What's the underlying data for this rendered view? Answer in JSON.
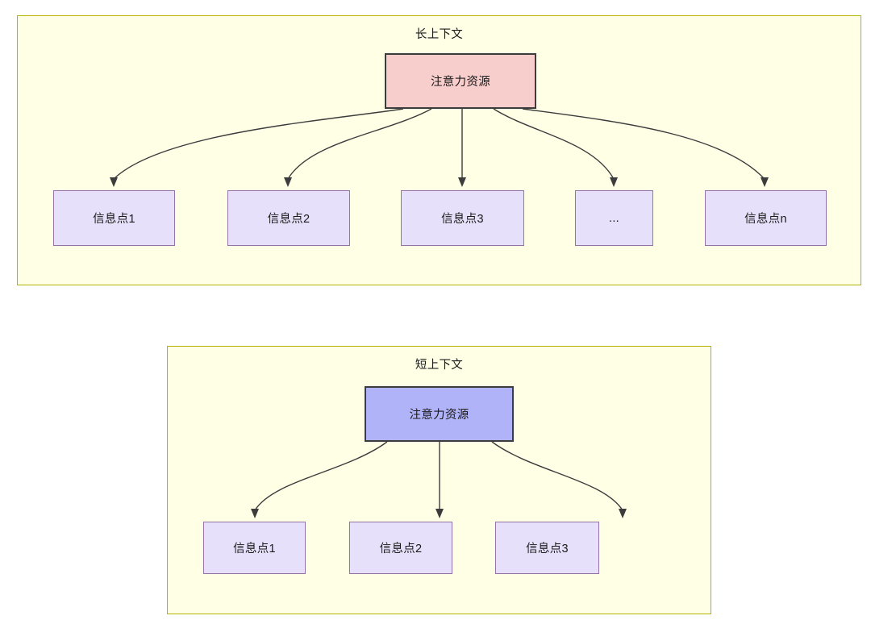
{
  "diagram": {
    "title_long": "长上下文",
    "title_short": "短上下文",
    "colors": {
      "panel_fill": "#ffffe6",
      "panel_border": "#b3b300",
      "root_long_fill": "#f8cecc",
      "root_short_fill": "#b1b3f8",
      "node_border_dark": "#3c3c3c",
      "leaf_fill": "#e6e0fa",
      "leaf_border": "#9673a6",
      "edge": "#3c3c3c",
      "text": "#1a1a1a"
    },
    "panels": [
      {
        "name": "long-context",
        "title": "长上下文",
        "root": {
          "label": "注意力资源"
        },
        "leaves": [
          {
            "label": "信息点1"
          },
          {
            "label": "信息点2"
          },
          {
            "label": "信息点3"
          },
          {
            "label": "..."
          },
          {
            "label": "信息点n"
          }
        ]
      },
      {
        "name": "short-context",
        "title": "短上下文",
        "root": {
          "label": "注意力资源"
        },
        "leaves": [
          {
            "label": "信息点1"
          },
          {
            "label": "信息点2"
          },
          {
            "label": "信息点3"
          }
        ]
      }
    ]
  }
}
